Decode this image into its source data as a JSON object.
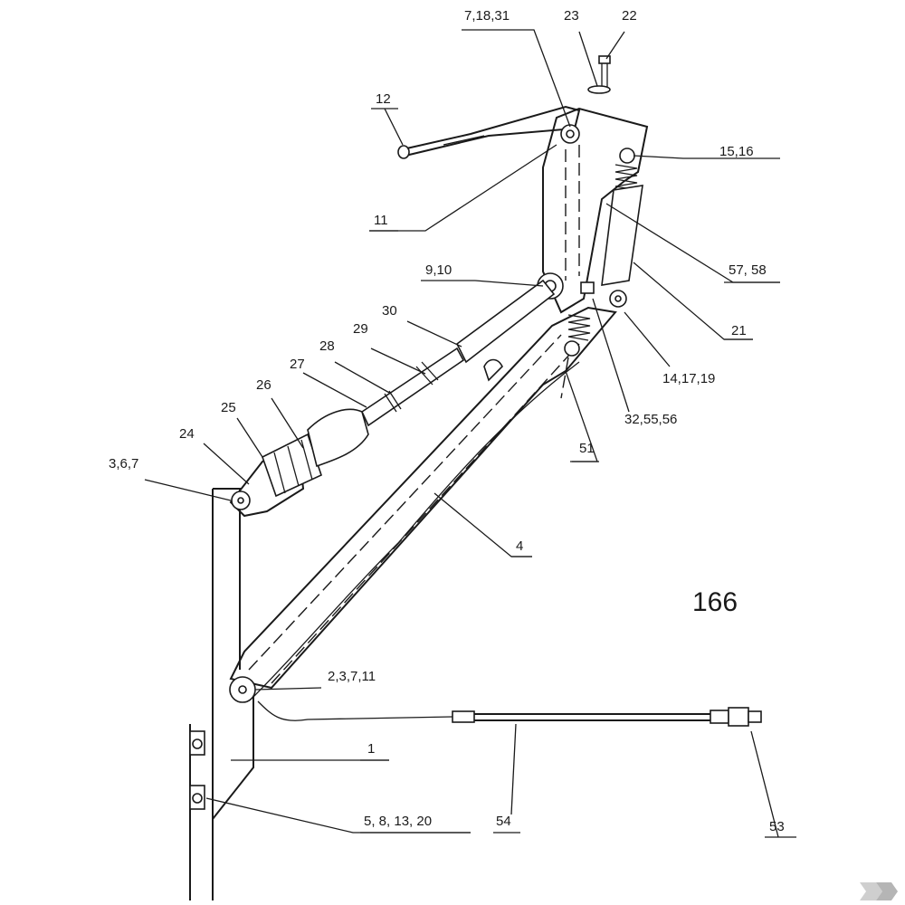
{
  "diagram": {
    "number": "166",
    "callouts": [
      {
        "id": "c-7-18-31",
        "text": "7,18,31"
      },
      {
        "id": "c-23",
        "text": "23"
      },
      {
        "id": "c-22",
        "text": "22"
      },
      {
        "id": "c-12",
        "text": "12"
      },
      {
        "id": "c-15-16",
        "text": "15,16"
      },
      {
        "id": "c-11",
        "text": "11"
      },
      {
        "id": "c-57-58",
        "text": "57, 58"
      },
      {
        "id": "c-9-10",
        "text": "9,10"
      },
      {
        "id": "c-21",
        "text": "21"
      },
      {
        "id": "c-30",
        "text": "30"
      },
      {
        "id": "c-29",
        "text": "29"
      },
      {
        "id": "c-28",
        "text": "28"
      },
      {
        "id": "c-27",
        "text": "27"
      },
      {
        "id": "c-14-17-19",
        "text": "14,17,19"
      },
      {
        "id": "c-26",
        "text": "26"
      },
      {
        "id": "c-25",
        "text": "25"
      },
      {
        "id": "c-32-55-56",
        "text": "32,55,56"
      },
      {
        "id": "c-24",
        "text": "24"
      },
      {
        "id": "c-51",
        "text": "51"
      },
      {
        "id": "c-3-6-7",
        "text": "3,6,7"
      },
      {
        "id": "c-4",
        "text": "4"
      },
      {
        "id": "c-2-3-7-11",
        "text": "2,3,7,11"
      },
      {
        "id": "c-1",
        "text": "1"
      },
      {
        "id": "c-5-8-13-20",
        "text": "5, 8, 13, 20"
      },
      {
        "id": "c-54",
        "text": "54"
      },
      {
        "id": "c-53",
        "text": "53"
      }
    ]
  }
}
